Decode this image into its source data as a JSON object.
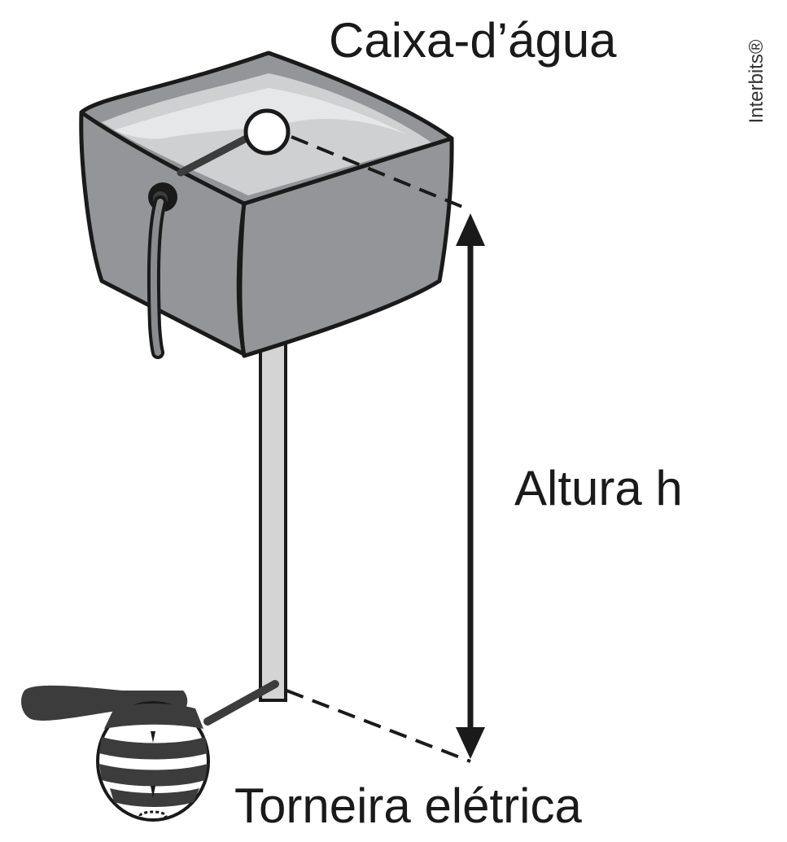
{
  "labels": {
    "tank": "Caixa-d’água",
    "height": "Altura h",
    "faucet": "Torneira elétrica",
    "credit": "Interbits®"
  },
  "colors": {
    "outline": "#1a1a1a",
    "tank_body": "#939598",
    "tank_shadow": "#7d7f82",
    "water": "#cfd0d2",
    "water_highlight": "#e6e7e8",
    "pipe": "#d4d4d4",
    "float": "#ffffff",
    "faucet_dark": "#3c3c3c"
  }
}
